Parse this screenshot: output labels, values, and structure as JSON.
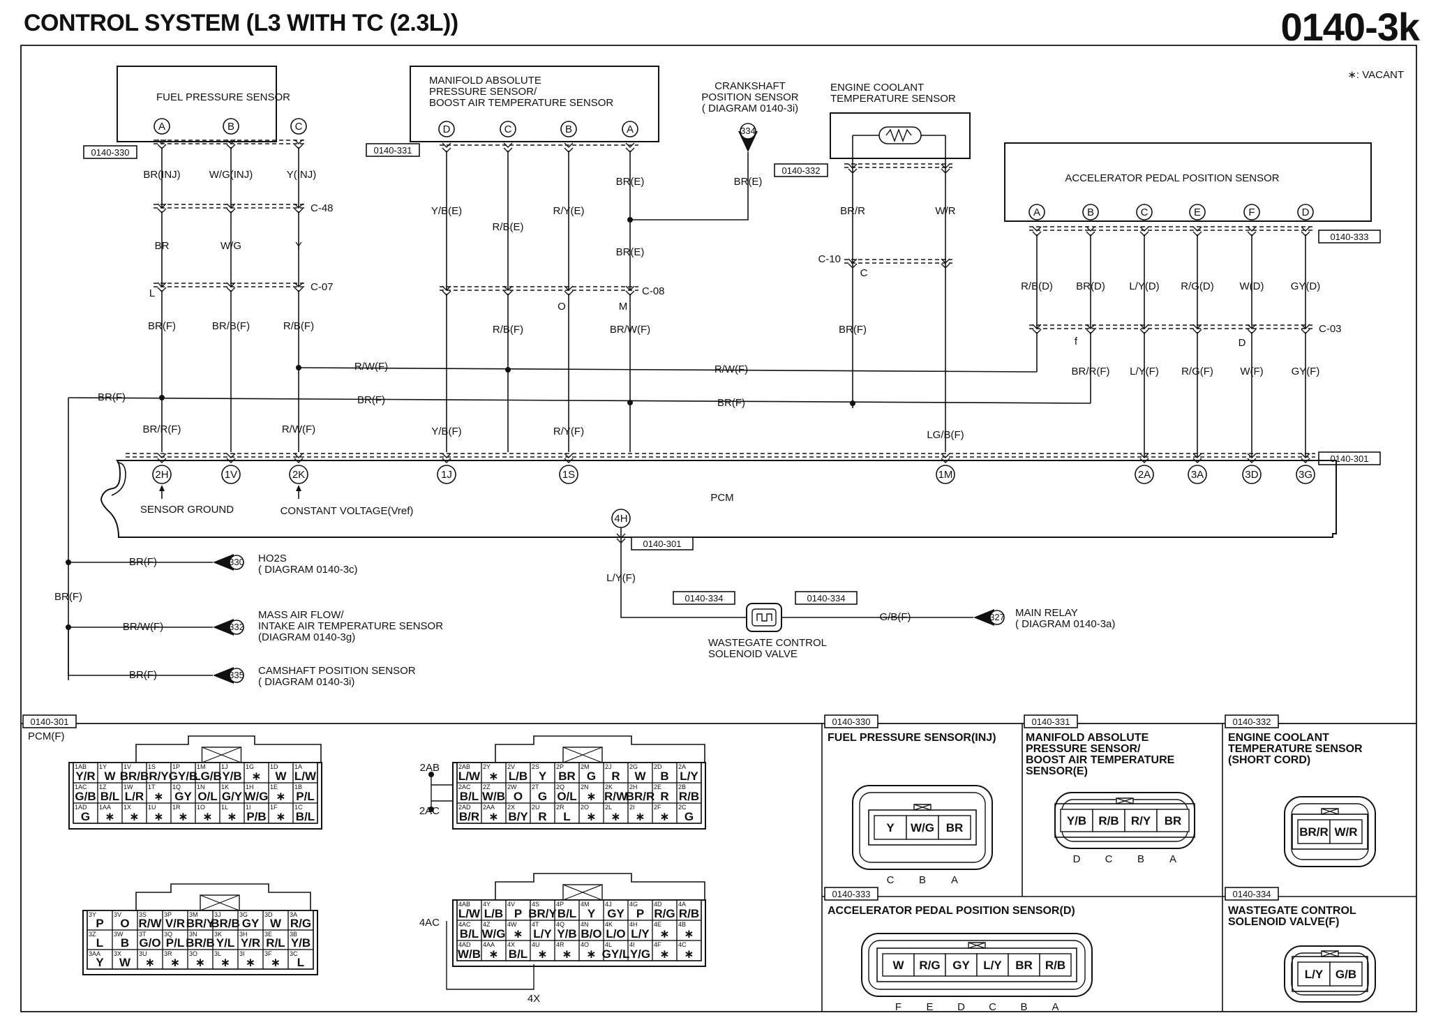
{
  "header": {
    "title": "CONTROL SYSTEM (L3 WITH TC (2.3L))",
    "code": "0140-3k"
  },
  "note": "∗: VACANT",
  "components": {
    "fuel_pressure_sensor": {
      "title": "FUEL PRESSURE SENSOR",
      "ref": "0140-330",
      "pins": [
        "A",
        "B",
        "C"
      ]
    },
    "map_sensor": {
      "title": [
        "MANIFOLD ABSOLUTE",
        "PRESSURE SENSOR/",
        "BOOST AIR TEMPERATURE SENSOR"
      ],
      "ref": "0140-331",
      "pins": [
        "D",
        "C",
        "B",
        "A"
      ]
    },
    "ckp_sensor": {
      "title": [
        "CRANKSHAFT",
        "POSITION SENSOR",
        "( DIAGRAM 0140-3i)"
      ],
      "ref": "334"
    },
    "ect_sensor": {
      "title": [
        "ENGINE COOLANT",
        "TEMPERATURE SENSOR"
      ],
      "ref": "0140-332"
    },
    "app_sensor": {
      "title": "ACCELERATOR PEDAL POSITION SENSOR",
      "ref": "0140-333",
      "pins": [
        "A",
        "B",
        "C",
        "E",
        "F",
        "D"
      ]
    },
    "pcm": {
      "title": "PCM",
      "ref": "0140-301",
      "sensor_ground": "SENSOR GROUND",
      "constant_voltage": "CONSTANT VOLTAGE(Vref)"
    },
    "wastegate": {
      "title": [
        "WASTEGATE CONTROL",
        "SOLENOID VALVE"
      ],
      "ref": "0140-334"
    }
  },
  "wires": {
    "fps": [
      "BR(INJ)",
      "W/G(INJ)",
      "Y(INJ)",
      "BR",
      "W/G",
      "Y",
      "BR(F)",
      "BR/B(F)",
      "R/B(F)",
      "BR/R(F)",
      "R/W(F)"
    ],
    "map": [
      "Y/B(E)",
      "R/B(E)",
      "R/Y(E)",
      "BR(E)",
      "BR(E)",
      "R/B(F)",
      "BR/W(F)",
      "Y/B(F)",
      "R/Y(F)"
    ],
    "ckp": "BR(E)",
    "ect": [
      "BR/R",
      "W/R",
      "BR(F)",
      "LG/B(F)"
    ],
    "app": [
      "R/B(D)",
      "BR(D)",
      "L/Y(D)",
      "R/G(D)",
      "W(D)",
      "GY(D)",
      "BR/R(F)",
      "L/Y(F)",
      "R/G(F)",
      "W(F)",
      "GY(F)"
    ],
    "bus": [
      "R/W(F)",
      "R/W(F)",
      "BR(F)",
      "BR(F)",
      "BR(F)"
    ],
    "ground": [
      "BR(F)",
      "BR(F)",
      "BR/W(F)",
      "BR(F)"
    ],
    "wastegate": [
      "L/Y(F)",
      "G/B(F)"
    ]
  },
  "connectors_inline": [
    "C-48",
    "C-07",
    "C-08",
    "C-10",
    "C-03"
  ],
  "connector_letters": [
    "L",
    "O",
    "M",
    "C",
    "D",
    "f"
  ],
  "pcm_pins": [
    "2H",
    "1V",
    "2K",
    "1J",
    "1S",
    "1M",
    "2A",
    "3A",
    "3D",
    "3G",
    "4H"
  ],
  "ground_refs": [
    {
      "num": "330",
      "lines": [
        "HO2S",
        "( DIAGRAM 0140-3c)"
      ]
    },
    {
      "num": "332",
      "lines": [
        "MASS AIR FLOW/",
        "INTAKE AIR TEMPERATURE SENSOR",
        "(DIAGRAM 0140-3g)"
      ]
    },
    {
      "num": "335",
      "lines": [
        "CAMSHAFT POSITION SENSOR",
        "( DIAGRAM 0140-3i)"
      ]
    },
    {
      "num": "327",
      "lines": [
        "MAIN RELAY",
        "( DIAGRAM 0140-3a)"
      ]
    }
  ],
  "pcm_connector": {
    "ref": "0140-301",
    "label": "PCM(F)",
    "g1": [
      [
        "1AB",
        "Y/R"
      ],
      [
        "1Y",
        "W"
      ],
      [
        "1V",
        "BR/B"
      ],
      [
        "1S",
        "R/Y"
      ],
      [
        "1P",
        "GY/B"
      ],
      [
        "1M",
        "LG/B"
      ],
      [
        "1J",
        "Y/B"
      ],
      [
        "1G",
        "∗"
      ],
      [
        "1D",
        "W"
      ],
      [
        "1A",
        "L/W"
      ],
      [
        "1AC",
        "G/B"
      ],
      [
        "1Z",
        "B/L"
      ],
      [
        "1W",
        "L/R"
      ],
      [
        "1T",
        "∗"
      ],
      [
        "1Q",
        "GY"
      ],
      [
        "1N",
        "O/L"
      ],
      [
        "1K",
        "G/Y"
      ],
      [
        "1H",
        "W/G"
      ],
      [
        "1E",
        "∗"
      ],
      [
        "1B",
        "P/L"
      ],
      [
        "1AD",
        "G"
      ],
      [
        "1AA",
        "∗"
      ],
      [
        "1X",
        "∗"
      ],
      [
        "1U",
        "∗"
      ],
      [
        "1R",
        "∗"
      ],
      [
        "1O",
        "∗"
      ],
      [
        "1L",
        "∗"
      ],
      [
        "1I",
        "P/B"
      ],
      [
        "1F",
        "∗"
      ],
      [
        "1C",
        "B/L"
      ]
    ],
    "g2": [
      [
        "2AB",
        "L/W"
      ],
      [
        "2Y",
        "∗"
      ],
      [
        "2V",
        "L/B"
      ],
      [
        "2S",
        "Y"
      ],
      [
        "2P",
        "BR"
      ],
      [
        "2M",
        "G"
      ],
      [
        "2J",
        "R"
      ],
      [
        "2G",
        "W"
      ],
      [
        "2D",
        "B"
      ],
      [
        "2A",
        "L/Y"
      ],
      [
        "2AC",
        "B/L"
      ],
      [
        "2Z",
        "W/B"
      ],
      [
        "2W",
        "O"
      ],
      [
        "2T",
        "G"
      ],
      [
        "2Q",
        "O/L"
      ],
      [
        "2N",
        "∗"
      ],
      [
        "2K",
        "R/W"
      ],
      [
        "2H",
        "BR/R"
      ],
      [
        "2E",
        "R"
      ],
      [
        "2B",
        "R/B"
      ],
      [
        "2AD",
        "B/R"
      ],
      [
        "2AA",
        "∗"
      ],
      [
        "2X",
        "B/Y"
      ],
      [
        "2U",
        "R"
      ],
      [
        "2R",
        "L"
      ],
      [
        "2O",
        "∗"
      ],
      [
        "2L",
        "∗"
      ],
      [
        "2I",
        "∗"
      ],
      [
        "2F",
        "∗"
      ],
      [
        "2C",
        "G"
      ]
    ],
    "g3": [
      [
        "3Y",
        "P"
      ],
      [
        "3V",
        "O"
      ],
      [
        "3S",
        "R/W"
      ],
      [
        "3P",
        "V/R"
      ],
      [
        "3M",
        "BR/Y"
      ],
      [
        "3J",
        "BR/B"
      ],
      [
        "3G",
        "GY"
      ],
      [
        "3D",
        "W"
      ],
      [
        "3A",
        "R/G"
      ],
      [
        "3Z",
        "L"
      ],
      [
        "3W",
        "B"
      ],
      [
        "3T",
        "G/O"
      ],
      [
        "3Q",
        "P/L"
      ],
      [
        "3N",
        "BR/B"
      ],
      [
        "3K",
        "Y/L"
      ],
      [
        "3H",
        "Y/R"
      ],
      [
        "3E",
        "R/L"
      ],
      [
        "3B",
        "Y/B"
      ],
      [
        "3AA",
        "Y"
      ],
      [
        "3X",
        "W"
      ],
      [
        "3U",
        "∗"
      ],
      [
        "3R",
        "∗"
      ],
      [
        "3O",
        "∗"
      ],
      [
        "3L",
        "∗"
      ],
      [
        "3I",
        "∗"
      ],
      [
        "3F",
        "∗"
      ],
      [
        "3C",
        "L"
      ]
    ],
    "g4": [
      [
        "4AB",
        "L/W"
      ],
      [
        "4Y",
        "L/B"
      ],
      [
        "4V",
        "P"
      ],
      [
        "4S",
        "BR/Y"
      ],
      [
        "4P",
        "B/L"
      ],
      [
        "4M",
        "Y"
      ],
      [
        "4J",
        "GY"
      ],
      [
        "4G",
        "P"
      ],
      [
        "4D",
        "R/G"
      ],
      [
        "4A",
        "R/B"
      ],
      [
        "4AC",
        "B/L"
      ],
      [
        "4Z",
        "W/G"
      ],
      [
        "4W",
        "∗"
      ],
      [
        "4T",
        "L/Y"
      ],
      [
        "4Q",
        "Y/B"
      ],
      [
        "4N",
        "B/O"
      ],
      [
        "4K",
        "L/O"
      ],
      [
        "4H",
        "L/Y"
      ],
      [
        "4E",
        "∗"
      ],
      [
        "4B",
        "∗"
      ],
      [
        "4AD",
        "W/B"
      ],
      [
        "4AA",
        "∗"
      ],
      [
        "4X",
        "B/L"
      ],
      [
        "4U",
        "∗"
      ],
      [
        "4R",
        "∗"
      ],
      [
        "4O",
        "∗"
      ],
      [
        "4L",
        "GY/L"
      ],
      [
        "4I",
        "Y/G"
      ],
      [
        "4F",
        "∗"
      ],
      [
        "4C",
        "∗"
      ]
    ],
    "joins": [
      "2AB",
      "2AC",
      "4AC",
      "4X"
    ]
  },
  "connector_views": [
    {
      "ref": "0140-330",
      "lines": [
        "FUEL PRESSURE SENSOR(INJ)"
      ],
      "cells": [
        "Y",
        "W/G",
        "BR"
      ],
      "letters": [
        "C",
        "B",
        "A"
      ]
    },
    {
      "ref": "0140-331",
      "lines": [
        "MANIFOLD ABSOLUTE",
        "PRESSURE SENSOR/",
        "BOOST AIR TEMPERATURE",
        "SENSOR(E)"
      ],
      "cells": [
        "Y/B",
        "R/B",
        "R/Y",
        "BR"
      ],
      "letters": [
        "D",
        "C",
        "B",
        "A"
      ]
    },
    {
      "ref": "0140-332",
      "lines": [
        "ENGINE COOLANT",
        "TEMPERATURE SENSOR",
        "(SHORT CORD)"
      ],
      "cells": [
        "BR/R",
        "W/R"
      ],
      "letters": []
    },
    {
      "ref": "0140-333",
      "lines": [
        "ACCELERATOR PEDAL POSITION SENSOR(D)"
      ],
      "cells": [
        "W",
        "R/G",
        "GY",
        "L/Y",
        "BR",
        "R/B"
      ],
      "letters": [
        "F",
        "E",
        "D",
        "C",
        "B",
        "A"
      ]
    },
    {
      "ref": "0140-334",
      "lines": [
        "WASTEGATE CONTROL",
        "SOLENOID VALVE(F)"
      ],
      "cells": [
        "L/Y",
        "G/B"
      ],
      "letters": []
    }
  ]
}
